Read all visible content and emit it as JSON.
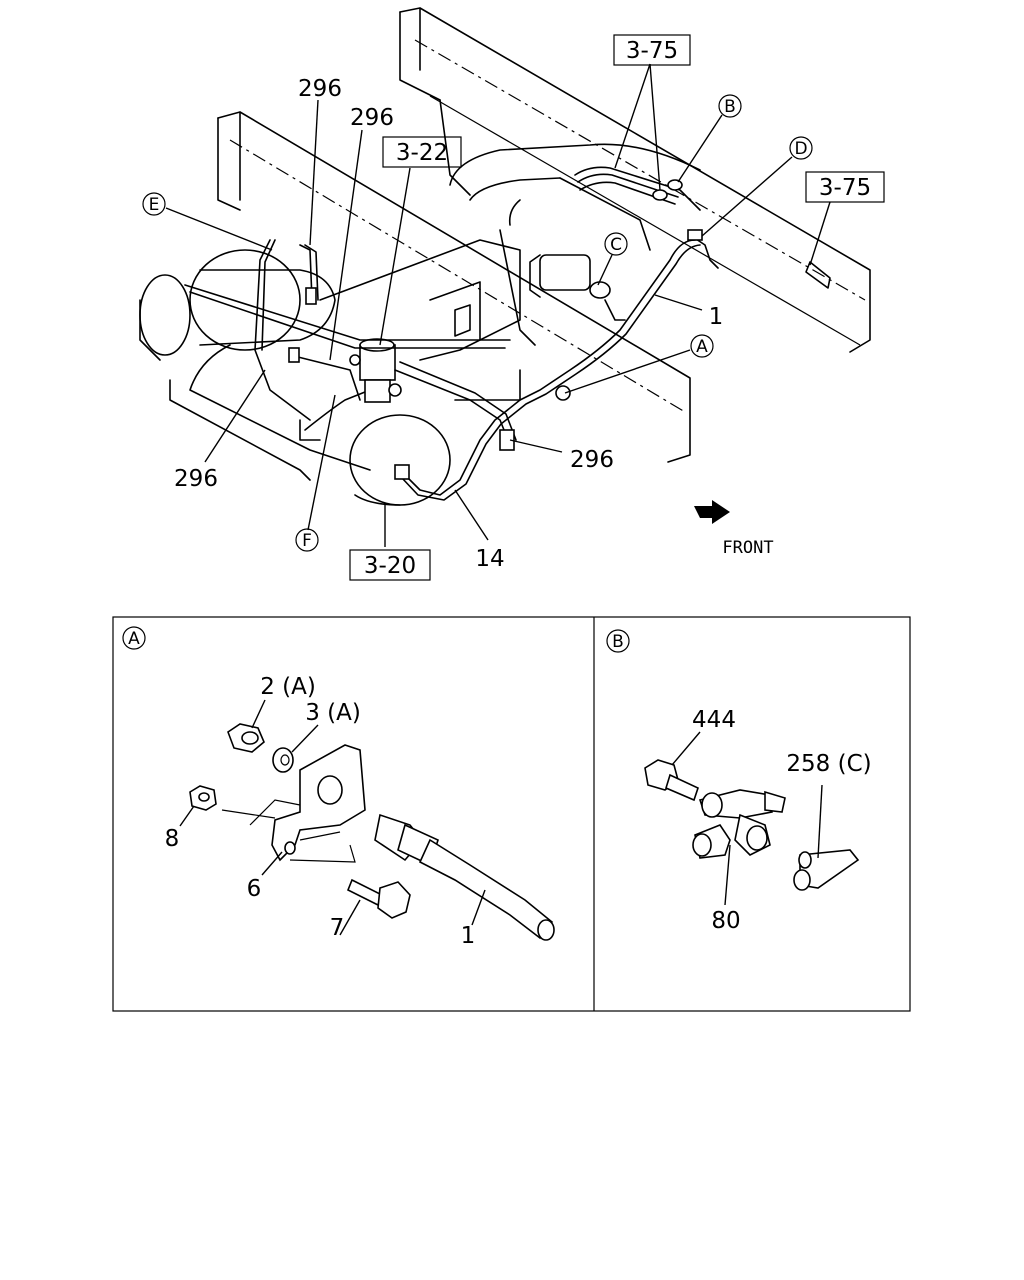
{
  "main_view": {
    "refs": [
      "3-75",
      "3-22",
      "3-75",
      "3-20"
    ],
    "part_labels": [
      "296",
      "296",
      "296",
      "296",
      "1",
      "14"
    ],
    "callouts": [
      "E",
      "B",
      "D",
      "C",
      "A",
      "F"
    ],
    "front_label": "FRONT"
  },
  "detail_a": {
    "title": "A",
    "labels": [
      "2 (A)",
      "3 (A)",
      "8",
      "6",
      "7",
      "1"
    ]
  },
  "detail_b": {
    "title": "B",
    "labels": [
      "444",
      "258 (C)",
      "80"
    ]
  }
}
